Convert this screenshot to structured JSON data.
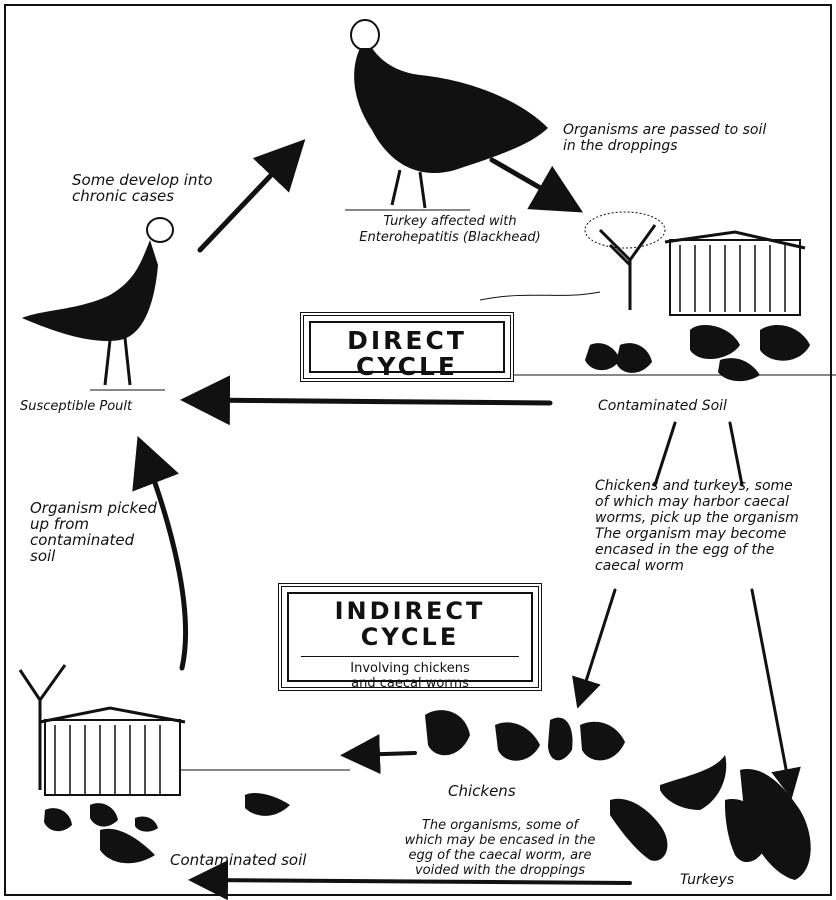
{
  "labels": {
    "top_right": "Organisms are passed to soil\nin the droppings",
    "top_left": "Some develop into\nchronic cases",
    "turkey": "Turkey affected with\nEnterohepatitis (Blackhead)",
    "poult": "Susceptible Poult",
    "contaminated_soil_top": "Contaminated Soil",
    "right_mid": "Chickens and turkeys, some\nof which may harbor caecal\nworms, pick up the organism\nThe organism may become\nencased in the egg of the\ncaecal worm",
    "left_mid": "Organism picked\nup from\ncontaminated\nsoil",
    "chickens": "Chickens",
    "bottom_mid": "The organisms, some of\nwhich may be encased in the\negg of the caecal worm, are\nvoided with the droppings",
    "turkeys": "Turkeys",
    "contaminated_soil_bottom": "Contaminated soil"
  },
  "direct_box": {
    "line1": "DIRECT",
    "line2": "CYCLE"
  },
  "indirect_box": {
    "line1": "INDIRECT",
    "line2": "CYCLE",
    "sub": "Involving chickens\nand caecal worms"
  }
}
